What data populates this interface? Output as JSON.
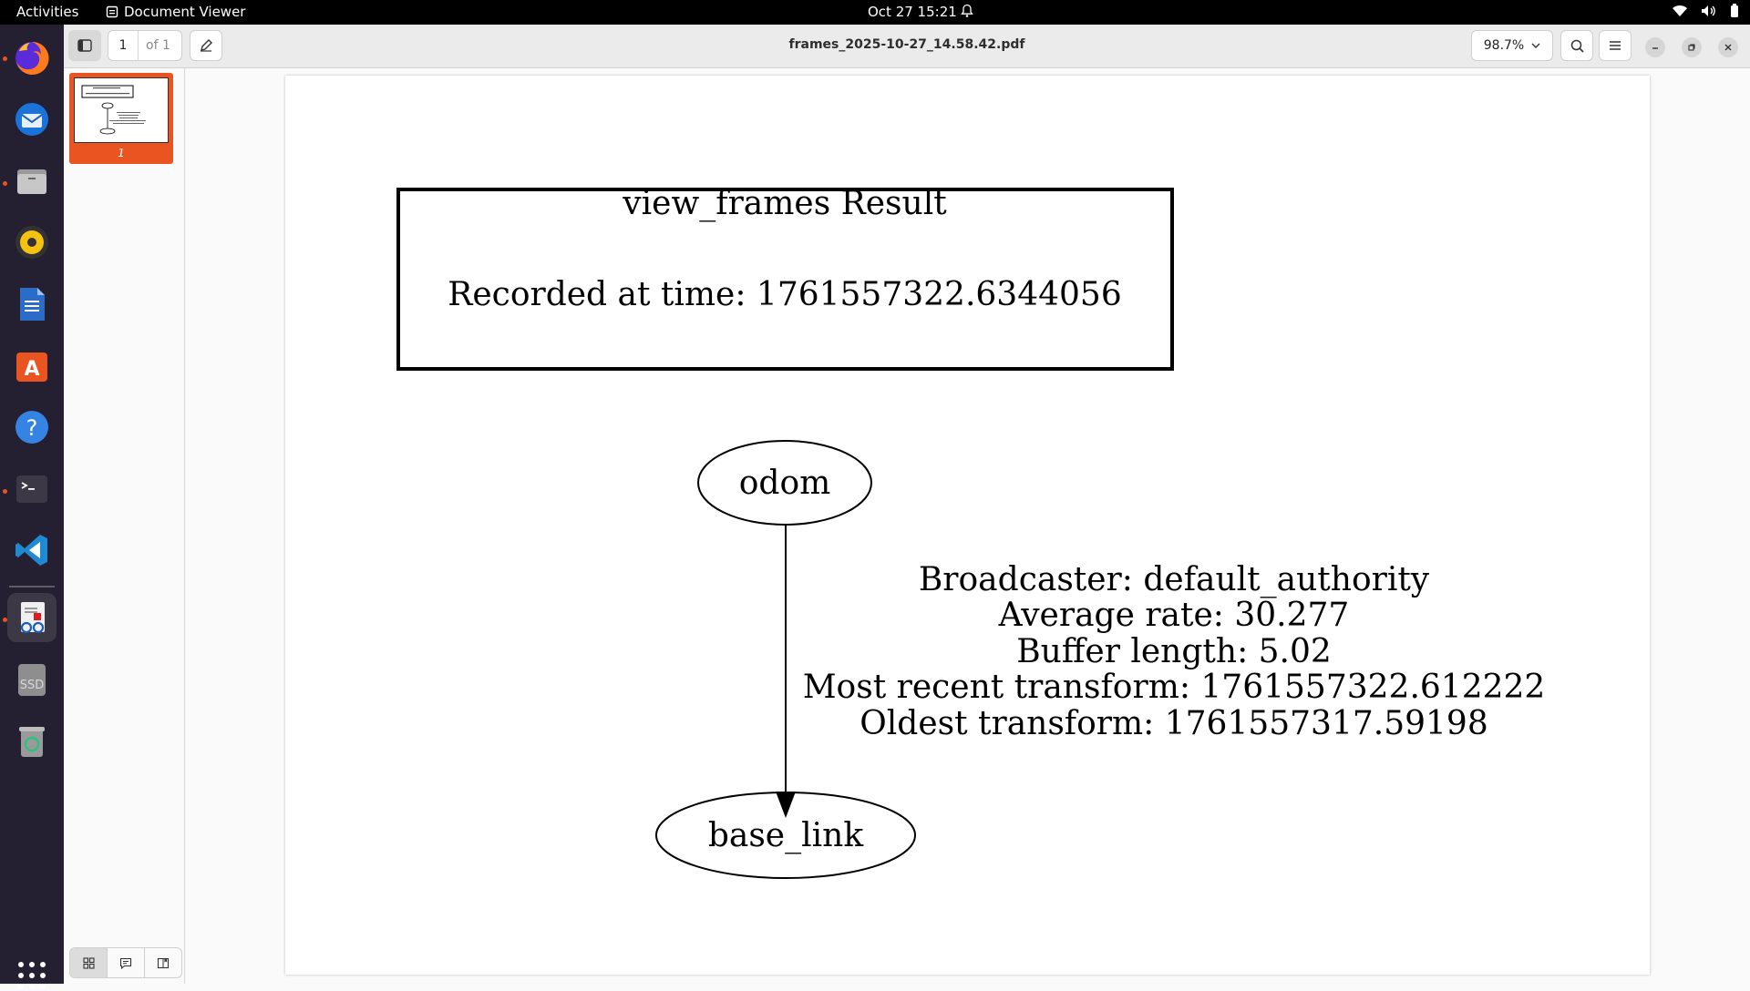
{
  "topbar": {
    "activities": "Activities",
    "app_name": "Document Viewer",
    "datetime": "Oct 27  15:21"
  },
  "dock": {
    "apps": [
      {
        "name": "firefox",
        "running": true
      },
      {
        "name": "thunderbird",
        "running": false
      },
      {
        "name": "files",
        "running": true
      },
      {
        "name": "rhythmbox",
        "running": false
      },
      {
        "name": "libreoffice-writer",
        "running": false
      },
      {
        "name": "app-center",
        "running": false
      },
      {
        "name": "help",
        "running": false
      },
      {
        "name": "terminal",
        "running": true
      },
      {
        "name": "vscode",
        "running": false
      },
      {
        "name": "document-viewer",
        "running": true
      },
      {
        "name": "ssd-drive",
        "running": false
      },
      {
        "name": "trash",
        "running": false
      }
    ],
    "ssd_label": "SSD"
  },
  "header": {
    "page_current": "1",
    "page_total": "of 1",
    "title": "frames_2025-10-27_14.58.42.pdf",
    "zoom": "98.7%"
  },
  "sidebar": {
    "thumbnail_label": "1"
  },
  "document": {
    "box_title": "view_frames Result",
    "box_subtitle": "Recorded at time: 1761557322.6344056",
    "node_parent": "odom",
    "node_child": "base_link",
    "edge_label": [
      "Broadcaster: default_authority",
      "Average rate: 30.277",
      "Buffer length: 5.02",
      "Most recent transform: 1761557322.612222",
      "Oldest transform: 1761557317.59198"
    ]
  },
  "colors": {
    "accent": "#e95420",
    "dock_bg": "#241f31",
    "topbar_bg": "#000000"
  }
}
